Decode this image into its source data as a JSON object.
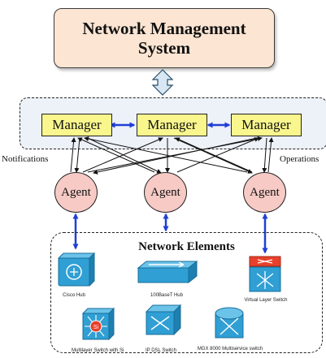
{
  "nms": {
    "title_line1": "Network Management",
    "title_line2": "System"
  },
  "managers": {
    "left": "Manager",
    "center": "Manager",
    "right": "Manager"
  },
  "agents": {
    "left": "Agent",
    "center": "Agent",
    "right": "Agent"
  },
  "labels": {
    "notifications": "Notifications",
    "operations": "Operations"
  },
  "network_elements": {
    "title": "Network Elements",
    "devices": {
      "cisco_hub": "Cisco Hub",
      "hub_100baset": "100BaseT Hub",
      "virtual_layer_switch": "Virtual Layer Switch",
      "multilayer_switch": "Multilayer Switch with Si",
      "ip_dsl_switch": "IP DSL Switch",
      "mgx_8000": "MGX 8000 Multiservice switch"
    }
  },
  "colors": {
    "nms_fill": "#fce5d2",
    "manager_fill": "#f8f68d",
    "agent_fill": "#f7cac5",
    "manager_container_fill": "#edf1f8",
    "blue_arrow": "#1f3fd6",
    "device_blue": "#2f9fd4",
    "device_red": "#e8402a"
  }
}
